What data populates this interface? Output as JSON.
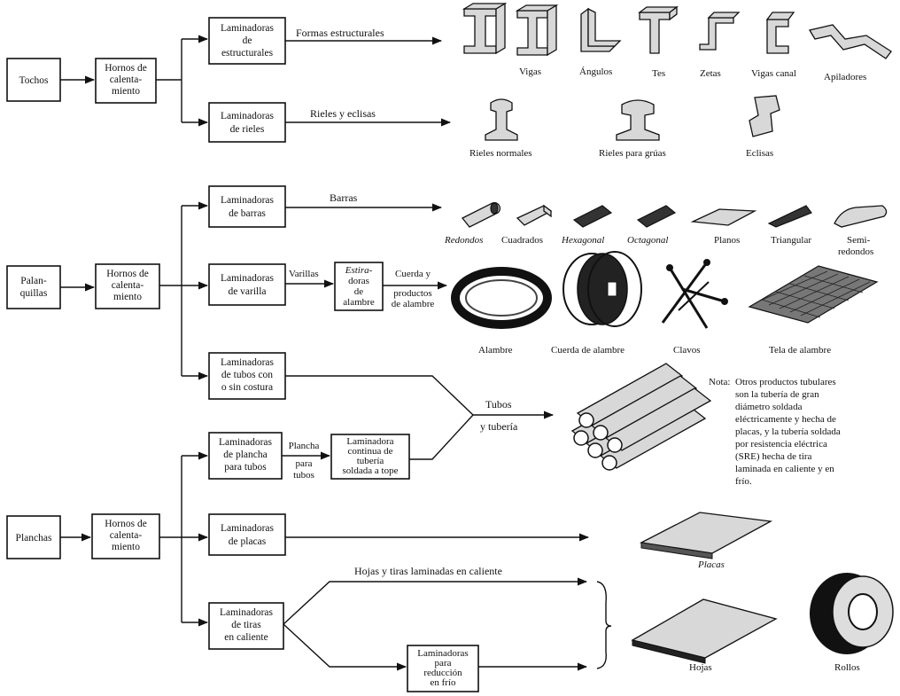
{
  "stages": {
    "tochos": "Tochos",
    "palanquillas": [
      "Palan-",
      "quillas"
    ],
    "planchas": "Planchas",
    "hornos": [
      "Hornos de",
      "calenta-",
      "miento"
    ],
    "hornos2": [
      "Hornos de",
      "calenta-",
      "miento"
    ],
    "hornos3": [
      "Hornos de",
      "calenta-",
      "miento"
    ]
  },
  "mills": {
    "estructurales": [
      "Laminadoras",
      "de",
      "estructurales"
    ],
    "rieles": [
      "Laminadoras",
      "de rieles"
    ],
    "barras": [
      "Laminadoras",
      "de barras"
    ],
    "varilla": [
      "Laminadoras",
      "de varilla"
    ],
    "estiradoras": [
      "Estira-",
      "doras",
      "de",
      "alambre"
    ],
    "tubos": [
      "Laminadoras",
      "de tubos con",
      "o sin costura"
    ],
    "plancha_tubos": [
      "Laminadoras",
      "de plancha",
      "para tubos"
    ],
    "continua": [
      "Laminadora",
      "continua de",
      "tubería",
      "soldada a tope"
    ],
    "placas": [
      "Laminadoras",
      "de placas"
    ],
    "tiras": [
      "Laminadoras",
      "de tiras",
      "en caliente"
    ],
    "reduccion": [
      "Laminadoras",
      "para",
      "reducción",
      "en frío"
    ]
  },
  "flows": {
    "formas": "Formas estructurales",
    "rieles_eclisas": "Rieles y eclisas",
    "barras": "Barras",
    "varillas": "Varillas",
    "cuerda": [
      "Cuerda y",
      "productos",
      "de alambre"
    ],
    "plancha": [
      "Plancha",
      "para",
      "tubos"
    ],
    "tubos": [
      "Tubos",
      "y tubería"
    ],
    "hojas_tiras": "Hojas y tiras laminadas en caliente"
  },
  "products": {
    "vigas": "Vigas",
    "angulos": "Ángulos",
    "tes": "Tes",
    "zetas": "Zetas",
    "vigas_canal": "Vigas canal",
    "apiladores": "Apiladores",
    "rieles_normales": "Rieles normales",
    "rieles_gruas": "Rieles para grúas",
    "eclisas": "Eclisas",
    "redondos": "Redondos",
    "cuadrados": "Cuadrados",
    "hexagonal": "Hexagonal",
    "octagonal": "Octagonal",
    "planos": "Planos",
    "triangular": "Triangular",
    "semi": [
      "Semi-",
      "redondos"
    ],
    "alambre": "Alambre",
    "cuerda_alambre": "Cuerda de alambre",
    "clavos": "Clavos",
    "tela": "Tela de alambre",
    "placas": "Placas",
    "hojas": "Hojas",
    "rollos": "Rollos"
  },
  "nota": {
    "label": "Nota:",
    "lines": [
      "Otros productos tubulares",
      "son la tubería de gran",
      "diámetro soldada",
      "eléctricamente y hecha de",
      "placas, y la tubería soldada",
      "por resistencia eléctrica",
      "(SRE) hecha de tira",
      "laminada en caliente y en",
      "frío."
    ]
  }
}
